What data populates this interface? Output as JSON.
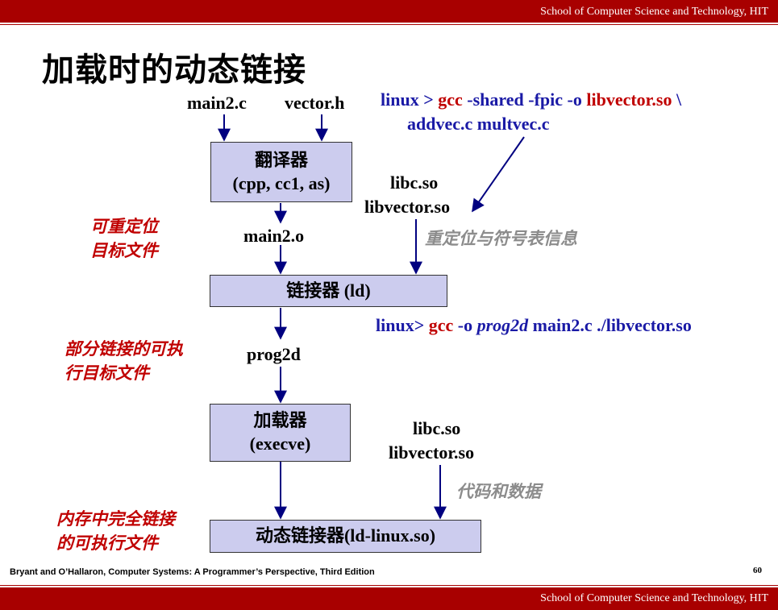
{
  "header": {
    "school": "School of Computer Science and Technology, HIT"
  },
  "title": "加载时的动态链接",
  "inputs": {
    "main_src": "main2.c",
    "header_src": "vector.h"
  },
  "translator": {
    "name": "翻译器",
    "tools": "(cpp, cc1, as)"
  },
  "relocatable_obj": "main2.o",
  "libs_first": {
    "libc": "libc.so",
    "libvector": "libvector.so"
  },
  "linker": {
    "label": "链接器 (ld)"
  },
  "partial_exe": "prog2d",
  "loader": {
    "name": "加载器",
    "call": "(execve)"
  },
  "libs_second": {
    "libc": "libc.so",
    "libvector": "libvector.so"
  },
  "dynamic_linker": {
    "label": "动态链接器(ld-linux.so)"
  },
  "notes": {
    "relocatable": [
      "可重定位",
      "目标文件"
    ],
    "partial": [
      "部分链接的可执",
      "行目标文件"
    ],
    "full": [
      "内存中完全链接",
      "的可执行文件"
    ],
    "reloc_symtab": "重定位与符号表信息",
    "code_data": "代码和数据"
  },
  "cmd_shared": {
    "prompt": "linux >",
    "gcc": "gcc",
    "flags": "-shared -fpic  -o",
    "out": "libvector.so",
    "cont": "\\",
    "line2": "addvec.c multvec.c"
  },
  "cmd_link": {
    "prompt": "linux>",
    "gcc": "gcc",
    "flag": "-o",
    "prog": "prog2d",
    "args": "main2.c ./libvector.so"
  },
  "footer": {
    "citation": "Bryant and O’Hallaron, Computer Systems: A Programmer’s Perspective, Third Edition",
    "page": "60"
  },
  "colors": {
    "brand_red": "#a80000",
    "note_red": "#c00000",
    "cmd_blue": "#1a1aa6",
    "arrow_navy": "#000080",
    "box_fill": "#ccccee",
    "note_gray": "#8c8c8c"
  }
}
